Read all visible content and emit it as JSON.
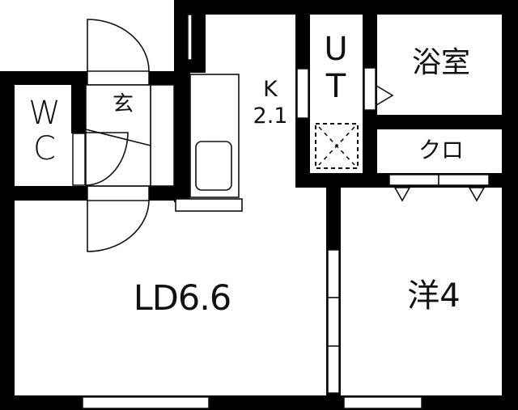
{
  "floor_plan": {
    "title": "1LDK floor plan",
    "colors": {
      "wall": "#000000",
      "background": "#ffffff",
      "line": "#111111"
    },
    "rooms": {
      "wc": {
        "label": "W\nC",
        "line1": "W",
        "line2": "C"
      },
      "genkan": {
        "label": "玄"
      },
      "kitchen": {
        "label": "K",
        "size": "2.1"
      },
      "utility": {
        "label": "UT",
        "line1": "U",
        "line2": "T"
      },
      "bath": {
        "label": "浴室"
      },
      "closet": {
        "label": "クロ"
      },
      "living_dining": {
        "label": "LD6.6"
      },
      "western_room": {
        "label": "洋4"
      }
    },
    "fixtures": [
      {
        "name": "entrance-door",
        "type": "door-swing"
      },
      {
        "name": "wc-door",
        "type": "door-swing"
      },
      {
        "name": "ld-door",
        "type": "door-swing"
      },
      {
        "name": "kitchen-counter-sink",
        "type": "sink"
      },
      {
        "name": "washing-machine-space",
        "type": "washer-pan"
      },
      {
        "name": "bath-door",
        "type": "folding-door"
      },
      {
        "name": "closet-doors",
        "type": "double-sliding"
      },
      {
        "name": "western-room-sliding-partition",
        "type": "sliding-door"
      },
      {
        "name": "ld-window",
        "type": "window"
      },
      {
        "name": "western-window",
        "type": "window"
      }
    ]
  }
}
